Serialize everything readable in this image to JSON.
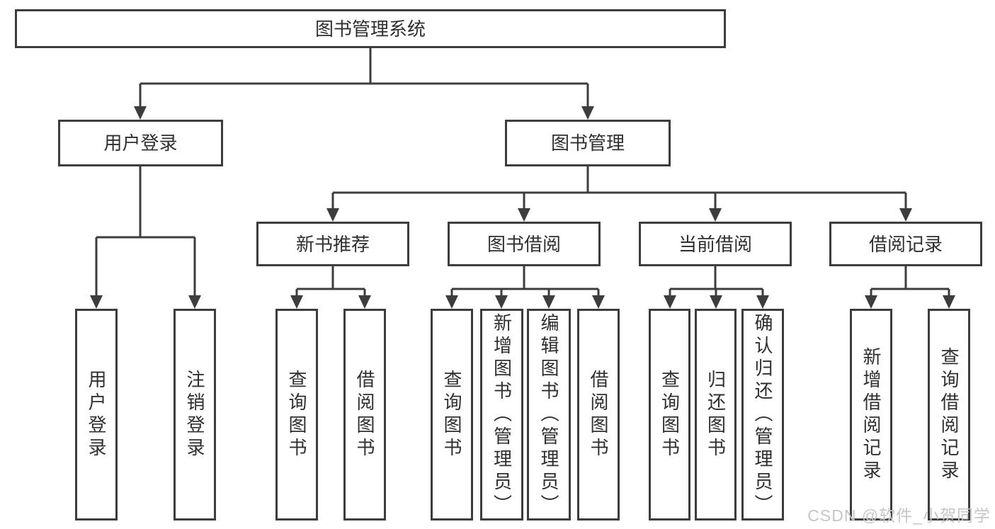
{
  "diagram_title": "图书管理系统",
  "colors": {
    "line": "#3D3D3D",
    "box_fill": "#FFFFFF",
    "text": "#2F2F2F",
    "watermark": "#C6C6C6"
  },
  "nodes": {
    "root": "图书管理系统",
    "user_login": "用户登录",
    "book_mgmt": "图书管理",
    "new_book_rec": "新书推荐",
    "book_borrow": "图书借阅",
    "current_borrow": "当前借阅",
    "borrow_record": "借阅记录",
    "ul_user_login": "用户登录",
    "ul_logout": "注销登录",
    "rec_query_book": "查询图书",
    "rec_borrow_book": "借阅图书",
    "bb_query_book": "查询图书",
    "bb_add_book": "新增图书（管理员）",
    "bb_edit_book": "编辑图书（管理员）",
    "bb_borrow_book": "借阅图书",
    "cb_query_book": "查询图书",
    "cb_return_book": "归还图书",
    "cb_confirm_return": "确认归还（管理员）",
    "br_add_record": "新增借阅记录",
    "br_query_record": "查询借阅记录"
  },
  "watermark": "CSDN @软件_小贺同学"
}
